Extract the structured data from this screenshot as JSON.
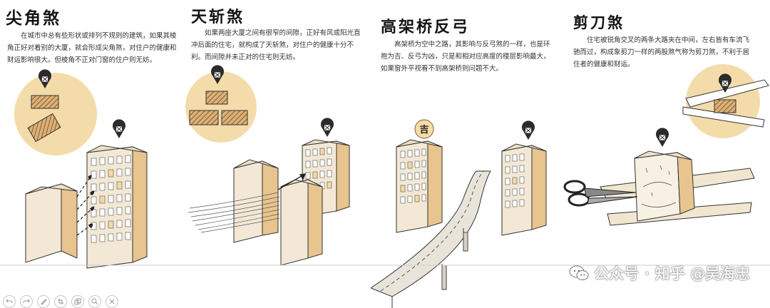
{
  "panels": [
    {
      "title": "尖角煞",
      "description": "在城市中总有些形状或排列不规则的建筑，如果其棱角正好对着别的大厦，就会形成尖角煞，对住户的健康和财运影响很大。但棱角不正对门窗的住户则无妨。",
      "icons": [
        "prohibit-mark-icon",
        "prohibit-mark-icon"
      ]
    },
    {
      "title": "天斩煞",
      "description": "如果两座大厦之间有很窄的间隙，正好有风或阳光直冲后面的住宅，就构成了天斩煞，对住户的健康十分不利。而间隙并未正对的住宅则无妨。",
      "icons": [
        "prohibit-mark-icon",
        "prohibit-mark-icon"
      ]
    },
    {
      "title": "高架桥反弓",
      "description": "高架桥为空中之路，其影响与反弓煞的一样，也是环抱为吉、反弓为凶，只是和相对应高度的楼层影响最大，如果窗外平视看不到高架桥则问题不大。",
      "badge": "吉",
      "icons": [
        "prohibit-mark-icon"
      ]
    },
    {
      "title": "剪刀煞",
      "description": "住宅被锐角交叉的两条大路夹在中间，左右皆有车流飞驰而过，构成象剪刀一样的两股煞气称为剪刀煞，不利于居住者的健康和财运。",
      "icons": [
        "prohibit-mark-icon",
        "prohibit-mark-icon"
      ]
    }
  ],
  "watermark": {
    "text": "公众号 · 知乎 @吴海忠",
    "icon": "wechat-icon"
  },
  "toolbar": {
    "icons": [
      "undo-icon",
      "redo-icon",
      "pen-icon",
      "crop-icon",
      "copy-icon",
      "search-icon",
      "close-icon"
    ]
  },
  "colors": {
    "beige_circle": "#f4dcaa",
    "building_face": "#f2e8d5",
    "building_side": "#e8c58e",
    "window": "#ffffff",
    "window_lit": "#f3d9a6",
    "hatch": "#8a5a2b",
    "ink": "#1c1c1c"
  }
}
